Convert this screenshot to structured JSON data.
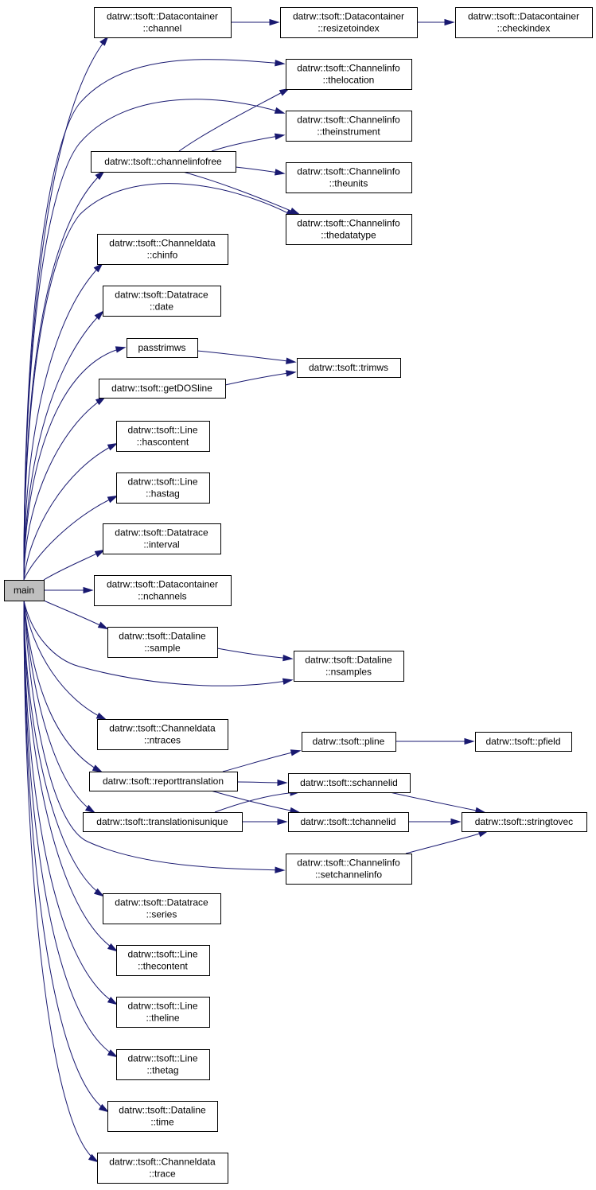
{
  "diagram": {
    "type": "call-graph",
    "colors": {
      "edge": "#191970",
      "root_fill": "#bfbfbf",
      "node_fill": "#ffffff",
      "border": "#000000"
    },
    "nodes": [
      {
        "id": "main",
        "lines": [
          "main"
        ]
      },
      {
        "id": "dc_channel",
        "lines": [
          "datrw::tsoft::Datacontainer",
          "::channel"
        ]
      },
      {
        "id": "dc_resize",
        "lines": [
          "datrw::tsoft::Datacontainer",
          "::resizetoindex"
        ]
      },
      {
        "id": "dc_check",
        "lines": [
          "datrw::tsoft::Datacontainer",
          "::checkindex"
        ]
      },
      {
        "id": "ci_location",
        "lines": [
          "datrw::tsoft::Channelinfo",
          "::thelocation"
        ]
      },
      {
        "id": "ci_instrument",
        "lines": [
          "datrw::tsoft::Channelinfo",
          "::theinstrument"
        ]
      },
      {
        "id": "cif",
        "lines": [
          "datrw::tsoft::channelinfofree"
        ]
      },
      {
        "id": "ci_units",
        "lines": [
          "datrw::tsoft::Channelinfo",
          "::theunits"
        ]
      },
      {
        "id": "ci_datatype",
        "lines": [
          "datrw::tsoft::Channelinfo",
          "::thedatatype"
        ]
      },
      {
        "id": "cd_chinfo",
        "lines": [
          "datrw::tsoft::Channeldata",
          "::chinfo"
        ]
      },
      {
        "id": "dt_date",
        "lines": [
          "datrw::tsoft::Datatrace",
          "::date"
        ]
      },
      {
        "id": "passtrimws",
        "lines": [
          "passtrimws"
        ]
      },
      {
        "id": "trimws",
        "lines": [
          "datrw::tsoft::trimws"
        ]
      },
      {
        "id": "getdos",
        "lines": [
          "datrw::tsoft::getDOSline"
        ]
      },
      {
        "id": "ln_hascontent",
        "lines": [
          "datrw::tsoft::Line",
          "::hascontent"
        ]
      },
      {
        "id": "ln_hastag",
        "lines": [
          "datrw::tsoft::Line",
          "::hastag"
        ]
      },
      {
        "id": "dt_interval",
        "lines": [
          "datrw::tsoft::Datatrace",
          "::interval"
        ]
      },
      {
        "id": "dc_nchannels",
        "lines": [
          "datrw::tsoft::Datacontainer",
          "::nchannels"
        ]
      },
      {
        "id": "dl_sample",
        "lines": [
          "datrw::tsoft::Dataline",
          "::sample"
        ]
      },
      {
        "id": "dl_nsamples",
        "lines": [
          "datrw::tsoft::Dataline",
          "::nsamples"
        ]
      },
      {
        "id": "cd_ntraces",
        "lines": [
          "datrw::tsoft::Channeldata",
          "::ntraces"
        ]
      },
      {
        "id": "pline",
        "lines": [
          "datrw::tsoft::pline"
        ]
      },
      {
        "id": "pfield",
        "lines": [
          "datrw::tsoft::pfield"
        ]
      },
      {
        "id": "reporttrans",
        "lines": [
          "datrw::tsoft::reporttranslation"
        ]
      },
      {
        "id": "schannelid",
        "lines": [
          "datrw::tsoft::schannelid"
        ]
      },
      {
        "id": "transunique",
        "lines": [
          "datrw::tsoft::translationisunique"
        ]
      },
      {
        "id": "tchannelid",
        "lines": [
          "datrw::tsoft::tchannelid"
        ]
      },
      {
        "id": "stringtovec",
        "lines": [
          "datrw::tsoft::stringtovec"
        ]
      },
      {
        "id": "ci_setchannel",
        "lines": [
          "datrw::tsoft::Channelinfo",
          "::setchannelinfo"
        ]
      },
      {
        "id": "dt_series",
        "lines": [
          "datrw::tsoft::Datatrace",
          "::series"
        ]
      },
      {
        "id": "ln_thecontent",
        "lines": [
          "datrw::tsoft::Line",
          "::thecontent"
        ]
      },
      {
        "id": "ln_theline",
        "lines": [
          "datrw::tsoft::Line",
          "::theline"
        ]
      },
      {
        "id": "ln_thetag",
        "lines": [
          "datrw::tsoft::Line",
          "::thetag"
        ]
      },
      {
        "id": "dl_time",
        "lines": [
          "datrw::tsoft::Dataline",
          "::time"
        ]
      },
      {
        "id": "cd_trace",
        "lines": [
          "datrw::tsoft::Channeldata",
          "::trace"
        ]
      }
    ],
    "edges": [
      {
        "from": "main",
        "to": "dc_channel"
      },
      {
        "from": "main",
        "to": "ci_location"
      },
      {
        "from": "main",
        "to": "ci_instrument"
      },
      {
        "from": "main",
        "to": "cif"
      },
      {
        "from": "main",
        "to": "ci_datatype"
      },
      {
        "from": "main",
        "to": "cd_chinfo"
      },
      {
        "from": "main",
        "to": "dt_date"
      },
      {
        "from": "main",
        "to": "passtrimws"
      },
      {
        "from": "main",
        "to": "getdos"
      },
      {
        "from": "main",
        "to": "ln_hascontent"
      },
      {
        "from": "main",
        "to": "ln_hastag"
      },
      {
        "from": "main",
        "to": "dt_interval"
      },
      {
        "from": "main",
        "to": "dc_nchannels"
      },
      {
        "from": "main",
        "to": "dl_sample"
      },
      {
        "from": "main",
        "to": "dl_nsamples"
      },
      {
        "from": "main",
        "to": "cd_ntraces"
      },
      {
        "from": "main",
        "to": "reporttrans"
      },
      {
        "from": "main",
        "to": "transunique"
      },
      {
        "from": "main",
        "to": "ci_setchannel"
      },
      {
        "from": "main",
        "to": "dt_series"
      },
      {
        "from": "main",
        "to": "ln_thecontent"
      },
      {
        "from": "main",
        "to": "ln_theline"
      },
      {
        "from": "main",
        "to": "ln_thetag"
      },
      {
        "from": "main",
        "to": "dl_time"
      },
      {
        "from": "main",
        "to": "cd_trace"
      },
      {
        "from": "dc_channel",
        "to": "dc_resize"
      },
      {
        "from": "dc_resize",
        "to": "dc_check"
      },
      {
        "from": "cif",
        "to": "ci_location"
      },
      {
        "from": "cif",
        "to": "ci_instrument"
      },
      {
        "from": "cif",
        "to": "ci_units"
      },
      {
        "from": "cif",
        "to": "ci_datatype"
      },
      {
        "from": "passtrimws",
        "to": "trimws"
      },
      {
        "from": "getdos",
        "to": "trimws"
      },
      {
        "from": "dl_sample",
        "to": "dl_nsamples"
      },
      {
        "from": "reporttrans",
        "to": "pline"
      },
      {
        "from": "reporttrans",
        "to": "schannelid"
      },
      {
        "from": "reporttrans",
        "to": "tchannelid"
      },
      {
        "from": "pline",
        "to": "pfield"
      },
      {
        "from": "transunique",
        "to": "schannelid"
      },
      {
        "from": "transunique",
        "to": "tchannelid"
      },
      {
        "from": "schannelid",
        "to": "stringtovec"
      },
      {
        "from": "tchannelid",
        "to": "stringtovec"
      },
      {
        "from": "ci_setchannel",
        "to": "stringtovec"
      }
    ]
  }
}
